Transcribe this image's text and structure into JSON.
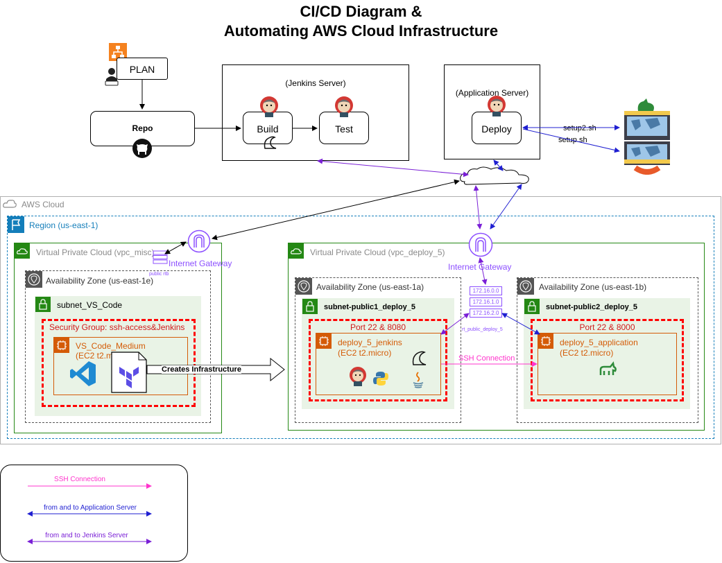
{
  "title": {
    "line1": "CI/CD Diagram &",
    "line2": "Automating AWS Cloud Infrastructure"
  },
  "plan": {
    "label": "PLAN"
  },
  "repo": {
    "label": "Repo"
  },
  "jenkins_server": {
    "label": "(Jenkins Server)",
    "build": "Build",
    "test": "Test"
  },
  "app_server": {
    "label": "(Application Server)",
    "deploy": "Deploy"
  },
  "scripts": {
    "setup2": "setup2.sh",
    "setup": "setup.sh"
  },
  "aws": {
    "cloud": "AWS Cloud",
    "region": "Region (us-east-1)",
    "vpc_misc": {
      "label": "Virtual Private Cloud (vpc_misc)",
      "igw": "Internet Gateway",
      "rtb": "public rtb",
      "az": "Availability Zone (us-east-1e)",
      "subnet": "subnet_VS_Code",
      "sg": "Security Group:  ssh-access&Jenkins",
      "ec2_name": "VS_Code_Medium",
      "ec2_type": "(EC2 t2.medium)",
      "creates": "Creates  Infrastructure"
    },
    "vpc_deploy": {
      "label": "Virtual Private Cloud (vpc_deploy_5)",
      "igw": "Internet Gateway",
      "routes": [
        "172.16.0.0",
        "172.16.1.0",
        "172.16.2.0"
      ],
      "rtb": "rt_public_deploy_5",
      "az1": "Availability Zone (us-east-1a)",
      "az2": "Availability Zone (us-east-1b)",
      "subnet1": "subnet-public1_deploy_5",
      "subnet2": "subnet-public2_deploy_5",
      "sg1": "Port 22 & 8080",
      "sg2": "Port 22 &  8000",
      "ec2_1_name": "deploy_5_jenkins",
      "ec2_1_type": "(EC2 t2.micro)",
      "ec2_2_name": "deploy_5_application",
      "ec2_2_type": "(EC2 t2.micro)",
      "ssh": "SSH Connection"
    }
  },
  "legend": {
    "items": [
      {
        "label": "SSH Connection",
        "color": "#ff33cc"
      },
      {
        "label": "from and to Application Server",
        "color": "#1f1fd1"
      },
      {
        "label": "from and to Jenkins Server",
        "color": "#7a1fd6"
      }
    ]
  },
  "colors": {
    "aws_group": "#8a8a8a",
    "region": "#147eba",
    "vpc": "#248814",
    "sg": "#ff0000",
    "ec2": "#d45b07",
    "igw": "#8c4fff"
  },
  "icons": [
    "flowchart-icon",
    "developer-icon",
    "github-icon",
    "jenkins-icon",
    "flask-icon",
    "cloud-icon",
    "monitor-icon",
    "gunicorn-icon",
    "vscode-icon",
    "terraform-icon",
    "python-icon",
    "java-icon",
    "internet-gateway-icon",
    "router-icon"
  ]
}
